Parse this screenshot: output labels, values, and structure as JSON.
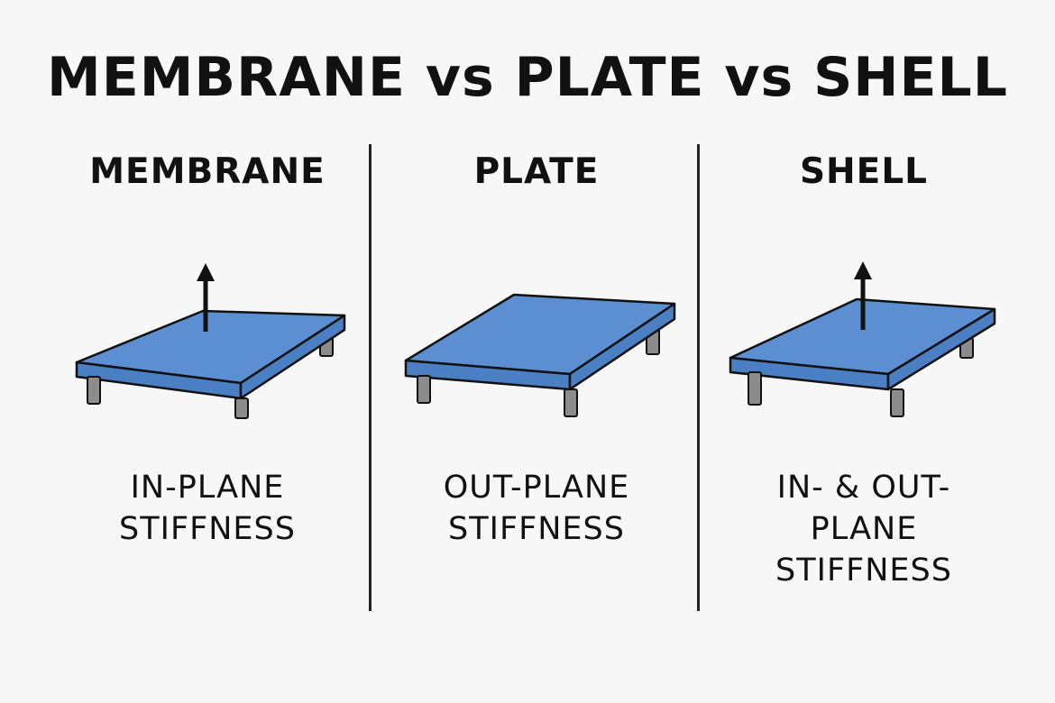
{
  "title": "MEMBRANE vs PLATE vs SHELL",
  "colors": {
    "plate_top": "#5b8fd1",
    "plate_side": "#4a7fc4",
    "leg": "#8c8c8c",
    "outline": "#111111"
  },
  "columns": [
    {
      "heading": "MEMBRANE",
      "description": [
        "IN-PLANE",
        "STIFFNESS"
      ],
      "icon": "plate-with-arrow"
    },
    {
      "heading": "PLATE",
      "description": [
        "OUT-PLANE",
        "STIFFNESS"
      ],
      "icon": "plate"
    },
    {
      "heading": "SHELL",
      "description": [
        "IN- & OUT-",
        "PLANE",
        "STIFFNESS"
      ],
      "icon": "plate-with-arrow"
    }
  ]
}
